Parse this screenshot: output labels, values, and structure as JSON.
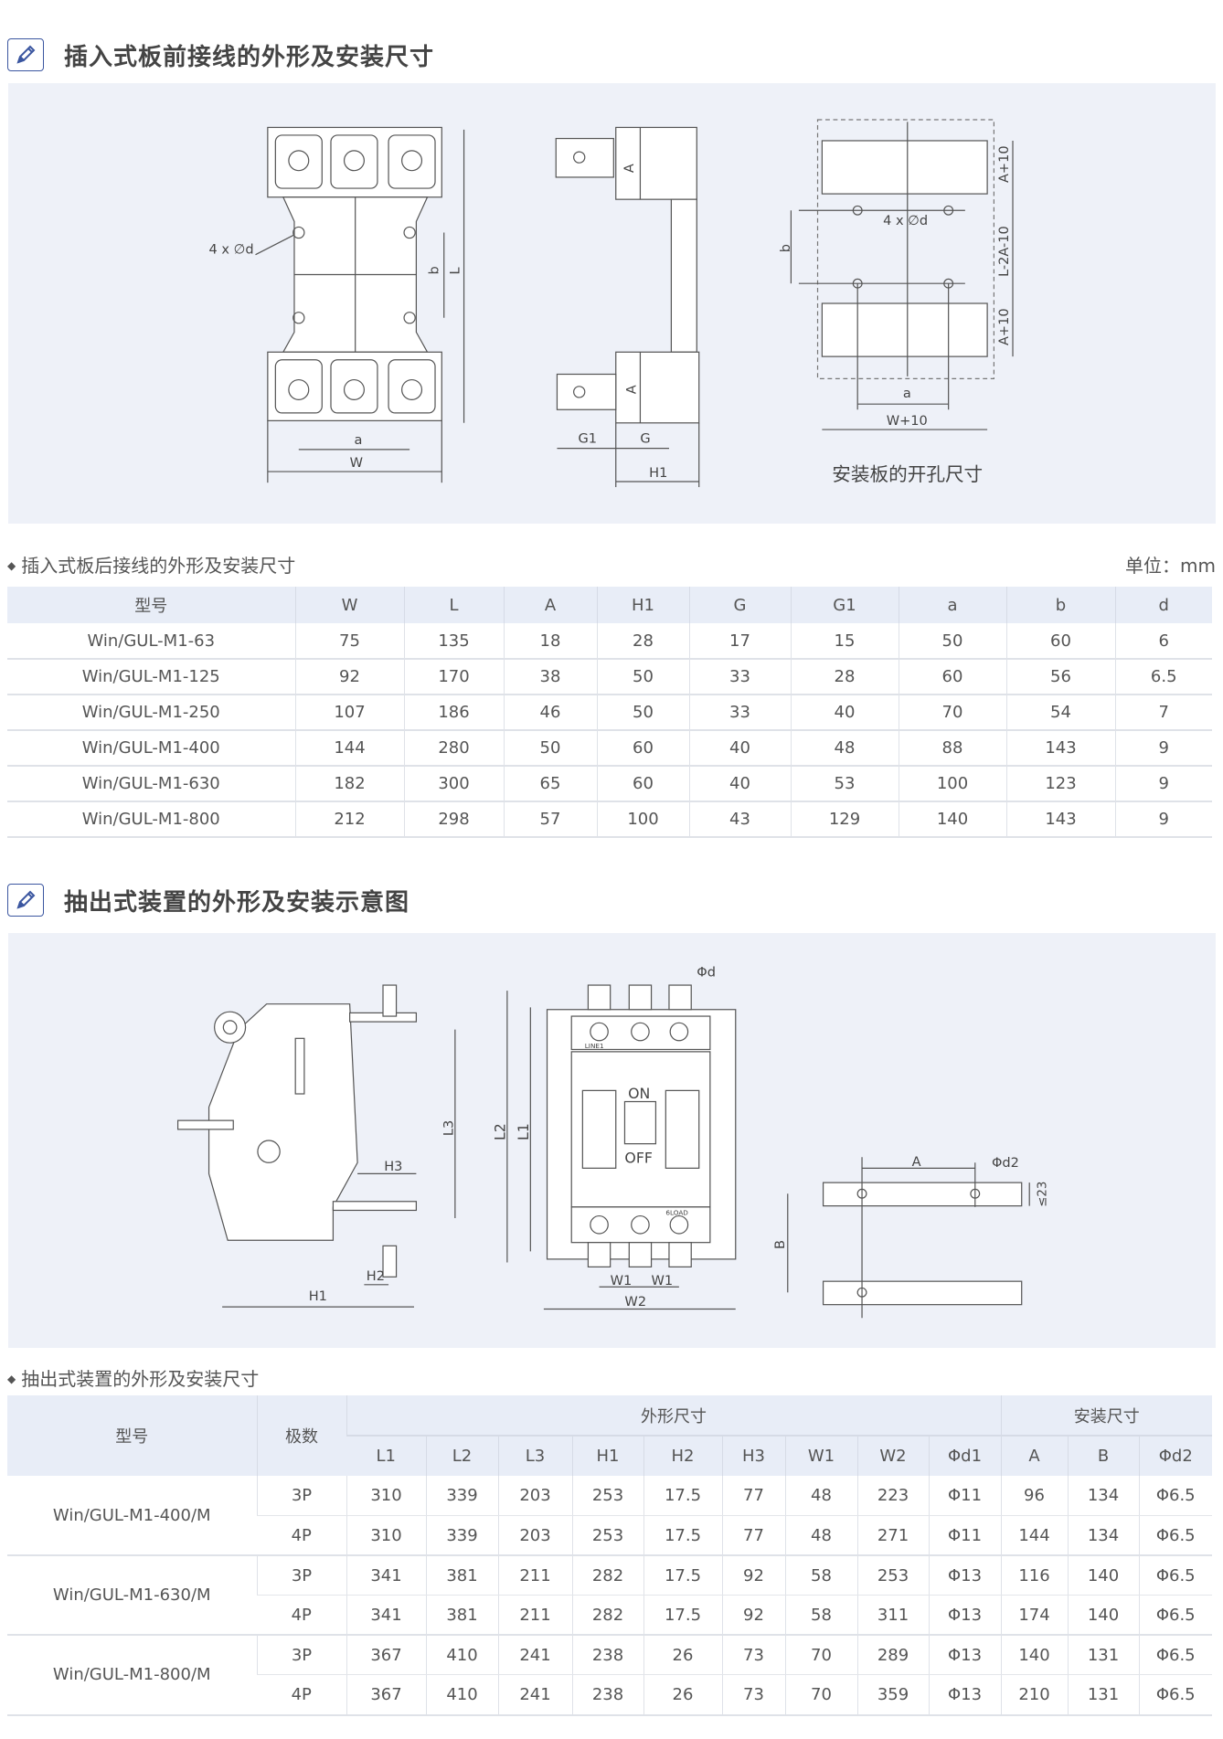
{
  "section1": {
    "title": "插入式板前接线的外形及安装尺寸",
    "icon": "pencil-icon",
    "diagram_labels": {
      "holes": "4 x ∅d",
      "a": "a",
      "W": "W",
      "b": "b",
      "L": "L",
      "A_top": "A",
      "A_bottom": "A",
      "G1": "G1",
      "G": "G",
      "H1": "H1",
      "panel_holes": "4 x ∅d",
      "panel_b": "b",
      "A10_top": "A+10",
      "L2A10": "L-2A-10",
      "A10_bottom": "A+10",
      "panel_a": "a",
      "W10": "W+10",
      "caption": "安装板的开孔尺寸"
    }
  },
  "table1": {
    "title": "插入式板后接线的外形及安装尺寸",
    "unit": "单位：mm",
    "headers": [
      "型号",
      "W",
      "L",
      "A",
      "H1",
      "G",
      "G1",
      "a",
      "b",
      "d"
    ],
    "rows": [
      [
        "Win/GUL-M1-63",
        "75",
        "135",
        "18",
        "28",
        "17",
        "15",
        "50",
        "60",
        "6"
      ],
      [
        "Win/GUL-M1-125",
        "92",
        "170",
        "38",
        "50",
        "33",
        "28",
        "60",
        "56",
        "6.5"
      ],
      [
        "Win/GUL-M1-250",
        "107",
        "186",
        "46",
        "50",
        "33",
        "40",
        "70",
        "54",
        "7"
      ],
      [
        "Win/GUL-M1-400",
        "144",
        "280",
        "50",
        "60",
        "40",
        "48",
        "88",
        "143",
        "9"
      ],
      [
        "Win/GUL-M1-630",
        "182",
        "300",
        "65",
        "60",
        "40",
        "53",
        "100",
        "123",
        "9"
      ],
      [
        "Win/GUL-M1-800",
        "212",
        "298",
        "57",
        "100",
        "43",
        "129",
        "140",
        "143",
        "9"
      ]
    ]
  },
  "section2": {
    "title": "抽出式装置的外形及安装示意图",
    "icon": "pencil-icon",
    "diagram_labels": {
      "L3": "L3",
      "H3": "H3",
      "H2": "H2",
      "H1": "H1",
      "L2": "L2",
      "L1": "L1",
      "phid": "Φd",
      "on": "ON",
      "off": "OFF",
      "line": "LINE1",
      "load": "6LOAD",
      "W1a": "W1",
      "W1b": "W1",
      "W2": "W2",
      "A": "A",
      "phid2": "Φd2",
      "le23": "≤23",
      "B": "B"
    }
  },
  "table2": {
    "title": "抽出式装置的外形及安装尺寸",
    "headers": {
      "model": "型号",
      "poles": "极数",
      "outline": "外形尺寸",
      "install": "安装尺寸",
      "sub": [
        "L1",
        "L2",
        "L3",
        "H1",
        "H2",
        "H3",
        "W1",
        "W2",
        "Φd1",
        "A",
        "B",
        "Φd2"
      ]
    },
    "groups": [
      {
        "model": "Win/GUL-M1-400/M",
        "rows": [
          [
            "3P",
            "310",
            "339",
            "203",
            "253",
            "17.5",
            "77",
            "48",
            "223",
            "Φ11",
            "96",
            "134",
            "Φ6.5"
          ],
          [
            "4P",
            "310",
            "339",
            "203",
            "253",
            "17.5",
            "77",
            "48",
            "271",
            "Φ11",
            "144",
            "134",
            "Φ6.5"
          ]
        ]
      },
      {
        "model": "Win/GUL-M1-630/M",
        "rows": [
          [
            "3P",
            "341",
            "381",
            "211",
            "282",
            "17.5",
            "92",
            "58",
            "253",
            "Φ13",
            "116",
            "140",
            "Φ6.5"
          ],
          [
            "4P",
            "341",
            "381",
            "211",
            "282",
            "17.5",
            "92",
            "58",
            "311",
            "Φ13",
            "174",
            "140",
            "Φ6.5"
          ]
        ]
      },
      {
        "model": "Win/GUL-M1-800/M",
        "rows": [
          [
            "3P",
            "367",
            "410",
            "241",
            "238",
            "26",
            "73",
            "70",
            "289",
            "Φ13",
            "140",
            "131",
            "Φ6.5"
          ],
          [
            "4P",
            "367",
            "410",
            "241",
            "238",
            "26",
            "73",
            "70",
            "359",
            "Φ13",
            "210",
            "131",
            "Φ6.5"
          ]
        ]
      }
    ]
  }
}
